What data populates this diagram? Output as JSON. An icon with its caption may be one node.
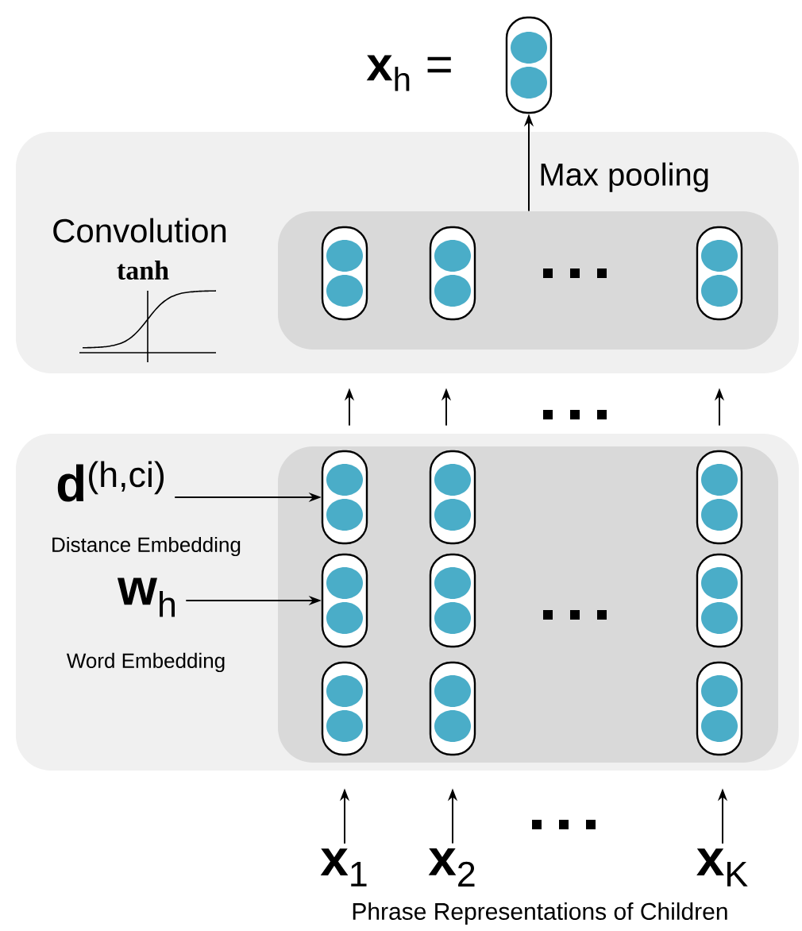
{
  "diagram": {
    "nodes": [
      {
        "text": [],
        "shape": "capsule",
        "beside": [
          "**x**$_{h}$ ="
        ]
      },
      {
        "text": [
          "Convolution",
          "tanh"
        ]
      },
      {
        "text": [],
        "shape": "box",
        "in": 1
      },
      {
        "text": [],
        "shape": "capsule",
        "in": 2
      },
      {
        "text": [],
        "shape": "capsule",
        "in": 2
      },
      {
        "text": [],
        "shape": "capsule",
        "in": 2
      },
      {
        "text": [],
        "shape": "box"
      },
      {
        "text": [],
        "shape": "box",
        "in": 6
      },
      {
        "text": [],
        "shape": "capsule",
        "in": 7
      },
      {
        "text": [],
        "shape": "capsule",
        "in": 7
      },
      {
        "text": [],
        "shape": "capsule",
        "in": 7
      },
      {
        "text": [],
        "shape": "capsule",
        "in": 7
      },
      {
        "text": [],
        "shape": "capsule",
        "in": 7
      },
      {
        "text": [],
        "shape": "capsule",
        "in": 7
      },
      {
        "text": [],
        "shape": "capsule",
        "in": 7
      },
      {
        "text": [],
        "shape": "capsule",
        "in": 7
      },
      {
        "text": [],
        "shape": "capsule",
        "in": 7
      },
      {
        "text": [
          "**d**$^{(h,ci)}$"
        ],
        "beside": [
          "Distance Embedding"
        ],
        "in": 6
      },
      {
        "text": [
          "**w**$_{h}$"
        ],
        "beside": [
          "Word Embedding"
        ],
        "in": 6
      },
      {
        "text": [
          "**x**$_{1}$"
        ]
      },
      {
        "text": [
          "**x**$_{2}$"
        ]
      },
      {
        "text": [
          "**x**$_{K}$"
        ]
      }
    ],
    "edges": [
      {
        "from": 2,
        "to": 0,
        "arrow": "to",
        "label": "Max pooling"
      },
      {
        "from": 6,
        "to": 1,
        "arrow": "to"
      },
      {
        "from": 6,
        "to": 1,
        "arrow": "to"
      },
      {
        "from": 6,
        "to": 1,
        "arrow": "to"
      },
      {
        "from": 17,
        "to": 8,
        "arrow": "to"
      },
      {
        "from": 18,
        "to": 11,
        "arrow": "to"
      },
      {
        "from": 19,
        "to": 6,
        "arrow": "to"
      },
      {
        "from": 20,
        "to": 6,
        "arrow": "to"
      },
      {
        "from": 21,
        "to": 6,
        "arrow": "to"
      }
    ],
    "labels": [
      "Phrase Representations of Children"
    ]
  }
}
